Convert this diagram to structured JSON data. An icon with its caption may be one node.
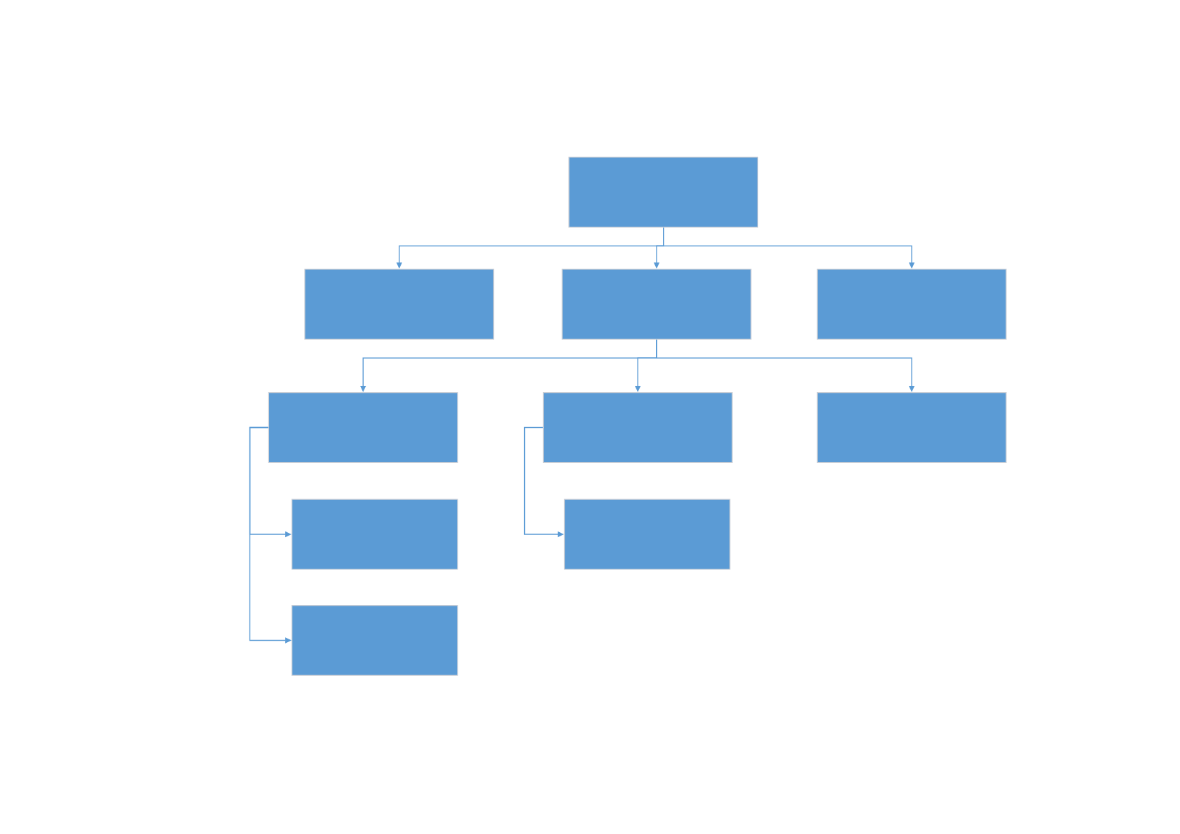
{
  "diagram": {
    "nodes": [
      {
        "text": [],
        "shape": "box"
      },
      {
        "text": [],
        "shape": "box"
      },
      {
        "text": [],
        "shape": "box"
      },
      {
        "text": [],
        "shape": "box"
      },
      {
        "text": [],
        "shape": "box"
      },
      {
        "text": [],
        "shape": "box"
      },
      {
        "text": [],
        "shape": "box"
      },
      {
        "text": [],
        "shape": "box"
      },
      {
        "text": [],
        "shape": "box"
      },
      {
        "text": [],
        "shape": "box"
      }
    ],
    "edges": [
      {
        "from": 0,
        "to": 1,
        "arrow": "to"
      },
      {
        "from": 0,
        "to": 2,
        "arrow": "to"
      },
      {
        "from": 0,
        "to": 3,
        "arrow": "to"
      },
      {
        "from": 2,
        "to": 4,
        "arrow": "to"
      },
      {
        "from": 2,
        "to": 5,
        "arrow": "to"
      },
      {
        "from": 2,
        "to": 6,
        "arrow": "to"
      },
      {
        "from": 4,
        "to": 7,
        "arrow": "to"
      },
      {
        "from": 4,
        "to": 9,
        "arrow": "to"
      },
      {
        "from": 5,
        "to": 8,
        "arrow": "to"
      }
    ]
  }
}
